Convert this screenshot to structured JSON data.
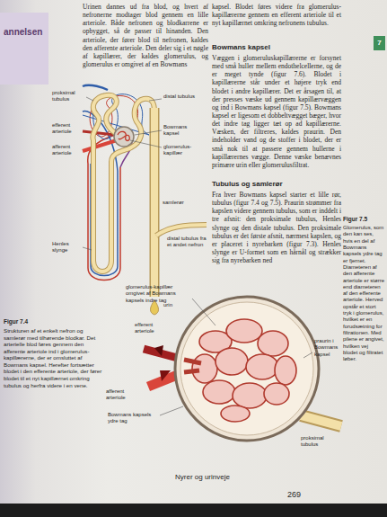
{
  "diagram": {
    "labels": [
      "annelsen",
      "Urinen dannes ud fra blod, og hvert af nefronerne modtager blod gennem en lille arteriole. Både nefronen og blodkarrene er opbygget, så de passer til hinanden. Den arteriole, der fører blod til nefronen, kaldes den afferente arteriole. Den deler sig i et nøgle af kapillærer, der kaldes glomerulus, og glomerulus er omgivet af en Bowmans",
      "kapsel. Blodet føres videre fra glomerulus-kapillærerne gennem en efferent arteriole til et nyt kapillærnet omkring nefronens tubulus.",
      "Bowmans kapsel",
      "Væggen i glomeruluskapillærerne er forsynet med små huller mellem endothelcellerne, og de er meget tynde (figur 7.6). Blodet i kapillærerne står under et højere tryk end blodet i andre kapillærer. Det er årsagen til, at der presses væske ud gennem kapillærvæggen og ind i Bowmans kapsel (figur 7.5). Bowmans kapsel er ligesom et dobbeltvægget bæger, hvor det indre tag ligger tæt op ad kapillærerne. Væsken, der filtreres, kaldes praurin. Den indeholder vand og de stoffer i blodet, der er små nok til at passere gennem hullerne i kapillærernes vægge. Denne væske benævnes primære urin eller glomerulusfiltrat.",
      "Tubulus og samlerør",
      "Fra hver Bowmans kapsel starter et lille rør, tubulus (figur 7.4 og 7.5). Praurin strømmer fra kapslen videre gennem tubulus, som er inddelt i tre afsnit: den proksimale tubulus, Henles slynge og den distale tubulus. Den proksimale tubulus er det første afsnit, nærmest kapslen, og er placeret i nyrebarken (figur 7.3). Henles slynge er U-formet som en hårnål og strækker sig fra nyrebarken ned",
      "Figur 7.5",
      "Glomerulus, som den kan ses, hvis en del af Bowmans kapsels ydre tag er fjernet. Diameteren af den afferente arteriole er større end diameteren af den efferente arteriole. Herved opstår et stort tryk i glomerulus, hvilket er en forudsætning for filtrationen. Med pilene er angivet, hvilken vej blodet og filtratet løber.",
      "proksimal tubulus",
      "distal tubulus",
      "efferent arteriole",
      "afferent arteriole",
      "Bowmans kapsel",
      "glomerulus-kapillær",
      "Henles slynge",
      "samlerør",
      "distal tubulus fra et andet nefron",
      "urin",
      "Figur 7.4",
      "Strukturen af et enkelt nefron og samlerør med tilhørende blodkar. Det arterielle blod føres gennem den afferente arteriole ind i glomerulus-kapillærerne, der er omsluttet af Bowmans kapsel. Herefter fortsætter blodet i den efferente arteriole, der fører blodet til et nyt kapillærnet omkring tubulus og herfra videre i en vene.",
      "glomerulus-kapillær omgivet af Bowmans kapsels indre tag",
      "efferent arteriole",
      "afferent arteriole",
      "Bowmans kapsels ydre tag",
      "praurin i Bowmans kapsel",
      "proksimal tubulus",
      "Nyrer og urinveje",
      "269",
      "7"
    ]
  }
}
